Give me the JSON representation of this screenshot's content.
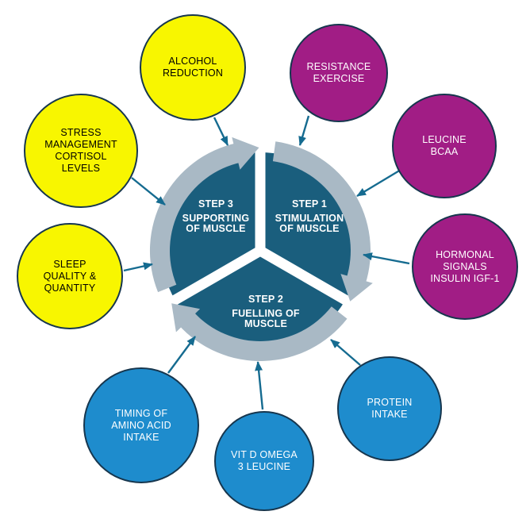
{
  "diagram": {
    "type": "cycle-diagram",
    "background": "#ffffff",
    "center_cycle": {
      "wedge_color": "#1a5e7d",
      "ring_color": "#a9b9c5",
      "text_color": "#ffffff",
      "flow_direction": "clockwise",
      "steps": [
        {
          "id": "step-1",
          "step": "STEP 1",
          "label_lines": [
            "STIMULATION",
            "OF MUSCLE"
          ]
        },
        {
          "id": "step-2",
          "step": "STEP 2",
          "label_lines": [
            "FUELLING OF",
            "MUSCLE"
          ]
        },
        {
          "id": "step-3",
          "step": "STEP 3",
          "label_lines": [
            "SUPPORTING",
            "OF MUSCLE"
          ]
        }
      ]
    },
    "nodes": [
      {
        "id": "alcohol-reduction",
        "lines": [
          "ALCOHOL",
          "REDUCTION"
        ],
        "fill": "#f8f600",
        "text": "#000000"
      },
      {
        "id": "resistance-exercise",
        "lines": [
          "RESISTANCE",
          "EXERCISE"
        ],
        "fill": "#a11d85",
        "text": "#ffffff"
      },
      {
        "id": "leucine-bcaa",
        "lines": [
          "LEUCINE",
          "BCAA"
        ],
        "fill": "#a11d85",
        "text": "#ffffff"
      },
      {
        "id": "hormonal-signals",
        "lines": [
          "HORMONAL",
          "SIGNALS",
          "INSULIN IGF-1"
        ],
        "fill": "#a11d85",
        "text": "#ffffff"
      },
      {
        "id": "protein-intake",
        "lines": [
          "PROTEIN",
          "INTAKE"
        ],
        "fill": "#1e8ccd",
        "text": "#ffffff"
      },
      {
        "id": "vit-d-omega-3-leucine",
        "lines": [
          "VIT D OMEGA",
          "3 LEUCINE"
        ],
        "fill": "#1e8ccd",
        "text": "#ffffff"
      },
      {
        "id": "timing-of-amino-acid-intake",
        "lines": [
          "TIMING OF",
          "AMINO ACID",
          "INTAKE"
        ],
        "fill": "#1e8ccd",
        "text": "#ffffff"
      },
      {
        "id": "sleep-quality-quantity",
        "lines": [
          "SLEEP",
          "QUALITY &",
          "QUANTITY"
        ],
        "fill": "#f8f600",
        "text": "#000000"
      },
      {
        "id": "stress-management",
        "lines": [
          "STRESS",
          "MANAGEMENT",
          "CORTISOL",
          "LEVELS"
        ],
        "fill": "#f8f600",
        "text": "#000000"
      }
    ],
    "connector_color": "#156b90",
    "node_border_color": "#16364e"
  }
}
